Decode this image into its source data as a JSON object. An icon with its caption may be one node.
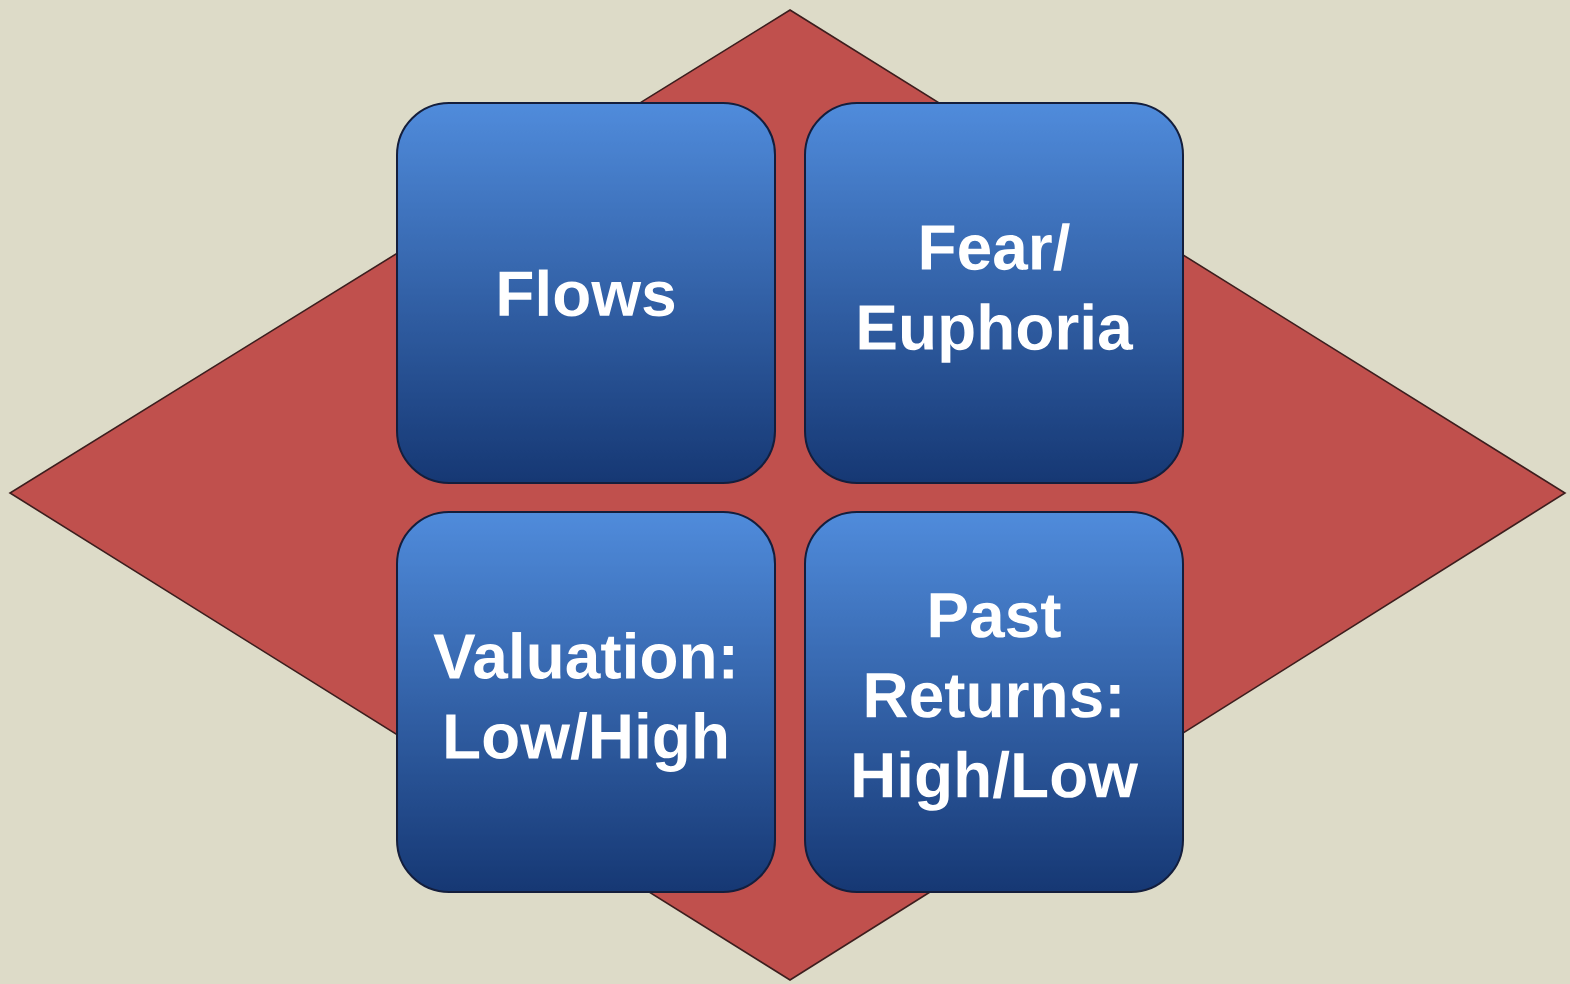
{
  "diagram": {
    "nodes": [
      {
        "text": [
          "Flows"
        ]
      },
      {
        "text": [
          "Fear/ Euphoria"
        ]
      },
      {
        "text": [
          "Valuation: Low/High"
        ]
      },
      {
        "text": [
          "Past Returns: High/Low"
        ]
      }
    ]
  }
}
